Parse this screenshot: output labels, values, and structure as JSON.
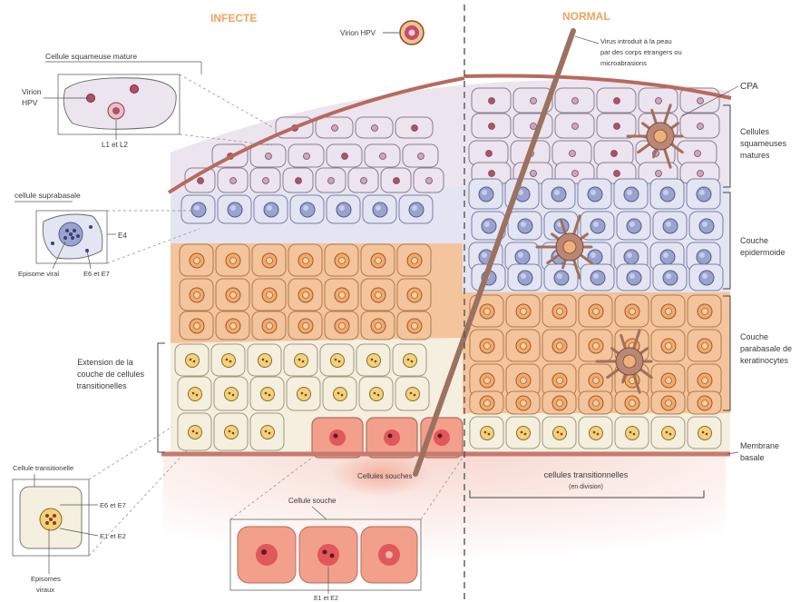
{
  "headers": {
    "infected": "INFECTE",
    "normal": "NORMAL"
  },
  "virion_key": "Virion HPV",
  "callouts": {
    "squamous_title": "Cellule squameuse mature",
    "virion_line1": "Virion",
    "virion_line2": "HPV",
    "l1l2": "L1 et L2",
    "suprabasal_title": "cellule suprabasale",
    "e4": "E4",
    "episome_viral": "Episome viral",
    "e6e7_supra": "E6 et E7",
    "extension_1": "Extension de la",
    "extension_2": "couche de cellules",
    "extension_3": "transitionelles",
    "transitional_title": "Cellule transitionelle",
    "e6e7_trans": "E6 et E7",
    "e1e2_trans": "E1 et E2",
    "episomes_1": "Episomes",
    "episomes_2": "viraux",
    "stem_cells": "Cellules souches",
    "stem_title": "Cellule souche",
    "e1e2_stem": "E1 et E2"
  },
  "right_labels": {
    "virus_1": "Virus introduit à la peau",
    "virus_2": "par des corps etrangers ou",
    "virus_3": "microabrasions",
    "cpa": "CPA",
    "squam_1": "Cellules",
    "squam_2": "squameuses",
    "squam_3": "matures",
    "epi_1": "Couche",
    "epi_2": "epidermoide",
    "para_1": "Couche",
    "para_2": "parabasale de",
    "para_3": "keratinocytes",
    "membrane_1": "Membrane",
    "membrane_2": "basale",
    "trans_1": "cellules transitionnelles",
    "trans_2": "(en division)"
  },
  "colors": {
    "squamous_fill": "#ece4ef",
    "epidermoid_fill": "#e3e5f2",
    "epidermoid_nucleus": "#9aa3cf",
    "parabasal_fill": "#f4c49c",
    "transitional_fill": "#f4efdf",
    "stem_fill": "#f2a08c",
    "membrane": "#c77a6e",
    "header": "#f0a35c",
    "apc": "#a26f5a"
  }
}
